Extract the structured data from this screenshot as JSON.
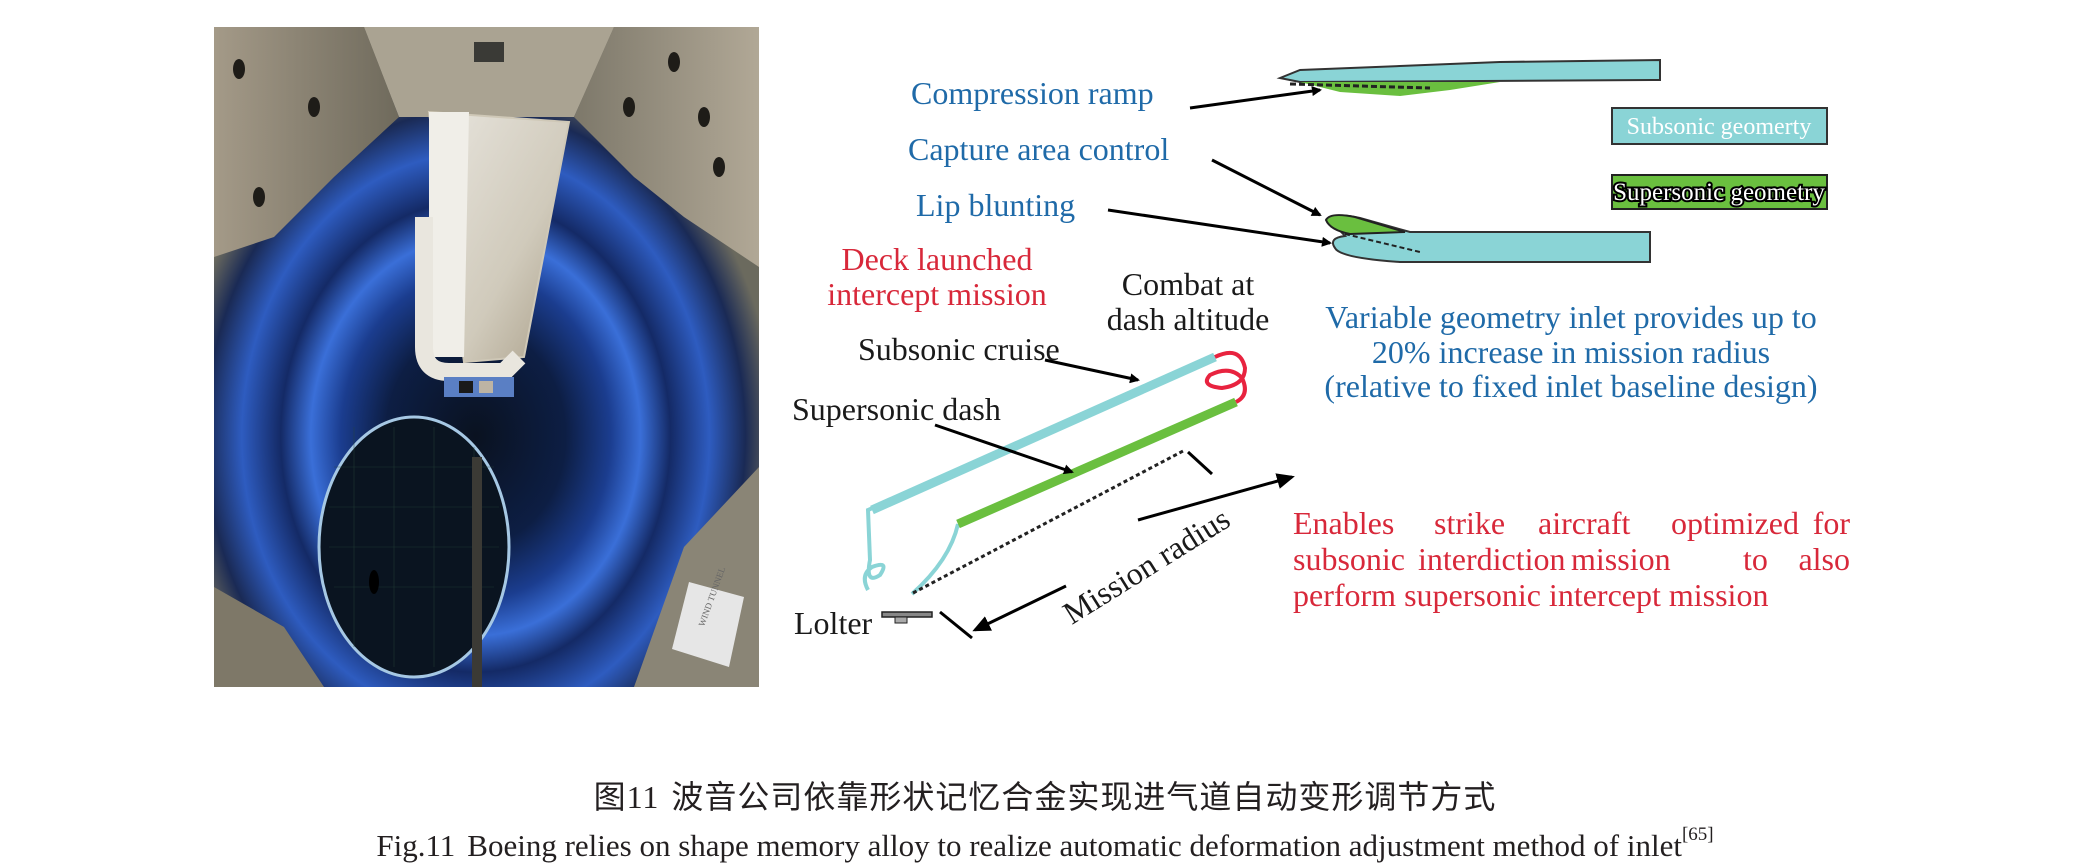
{
  "colors": {
    "label_blue": "#1f6aa8",
    "label_red": "#d8283a",
    "text_black": "#1a1a1a",
    "subsonic_cyan": "#8ad4d6",
    "supersonic_green": "#6abf3f",
    "loiter_red": "#e8233f"
  },
  "photo": {
    "description": "Wind tunnel photograph with inlet model mounted on sting",
    "sign_text": "WIND TUNNEL"
  },
  "inlet_diagram": {
    "labels": {
      "compression_ramp": "Compression ramp",
      "capture_area_control": "Capture area control",
      "lip_blunting": "Lip blunting"
    },
    "legend": {
      "subsonic": "Subsonic geomerty",
      "supersonic": "Supersonic geometry"
    }
  },
  "mission_diagram": {
    "deck_launched": [
      "Deck launched",
      "intercept mission"
    ],
    "combat": [
      "Combat at",
      "dash altitude"
    ],
    "subsonic_cruise": "Subsonic cruise",
    "supersonic_dash": "Supersonic dash",
    "mission_radius": "Mission radius",
    "loiter": "Lolter"
  },
  "notes": {
    "variable_geometry": [
      "Variable geometry inlet provides up to",
      "20% increase in mission radius",
      "(relative to fixed inlet baseline design)"
    ],
    "enables": [
      [
        "Enables",
        "strike",
        "aircraft",
        "optimized",
        "for"
      ],
      [
        "subsonic",
        "interdiction",
        "mission",
        "to",
        "also"
      ],
      [
        "perform supersonic intercept mission"
      ]
    ]
  },
  "caption": {
    "cn_number": "图11",
    "cn_text": "波音公司依靠形状记忆合金实现进气道自动变形调节方式",
    "en_number": "Fig.11",
    "en_text": "Boeing relies on shape memory alloy to realize automatic deformation adjustment method of inlet",
    "en_ref": "[65]"
  }
}
